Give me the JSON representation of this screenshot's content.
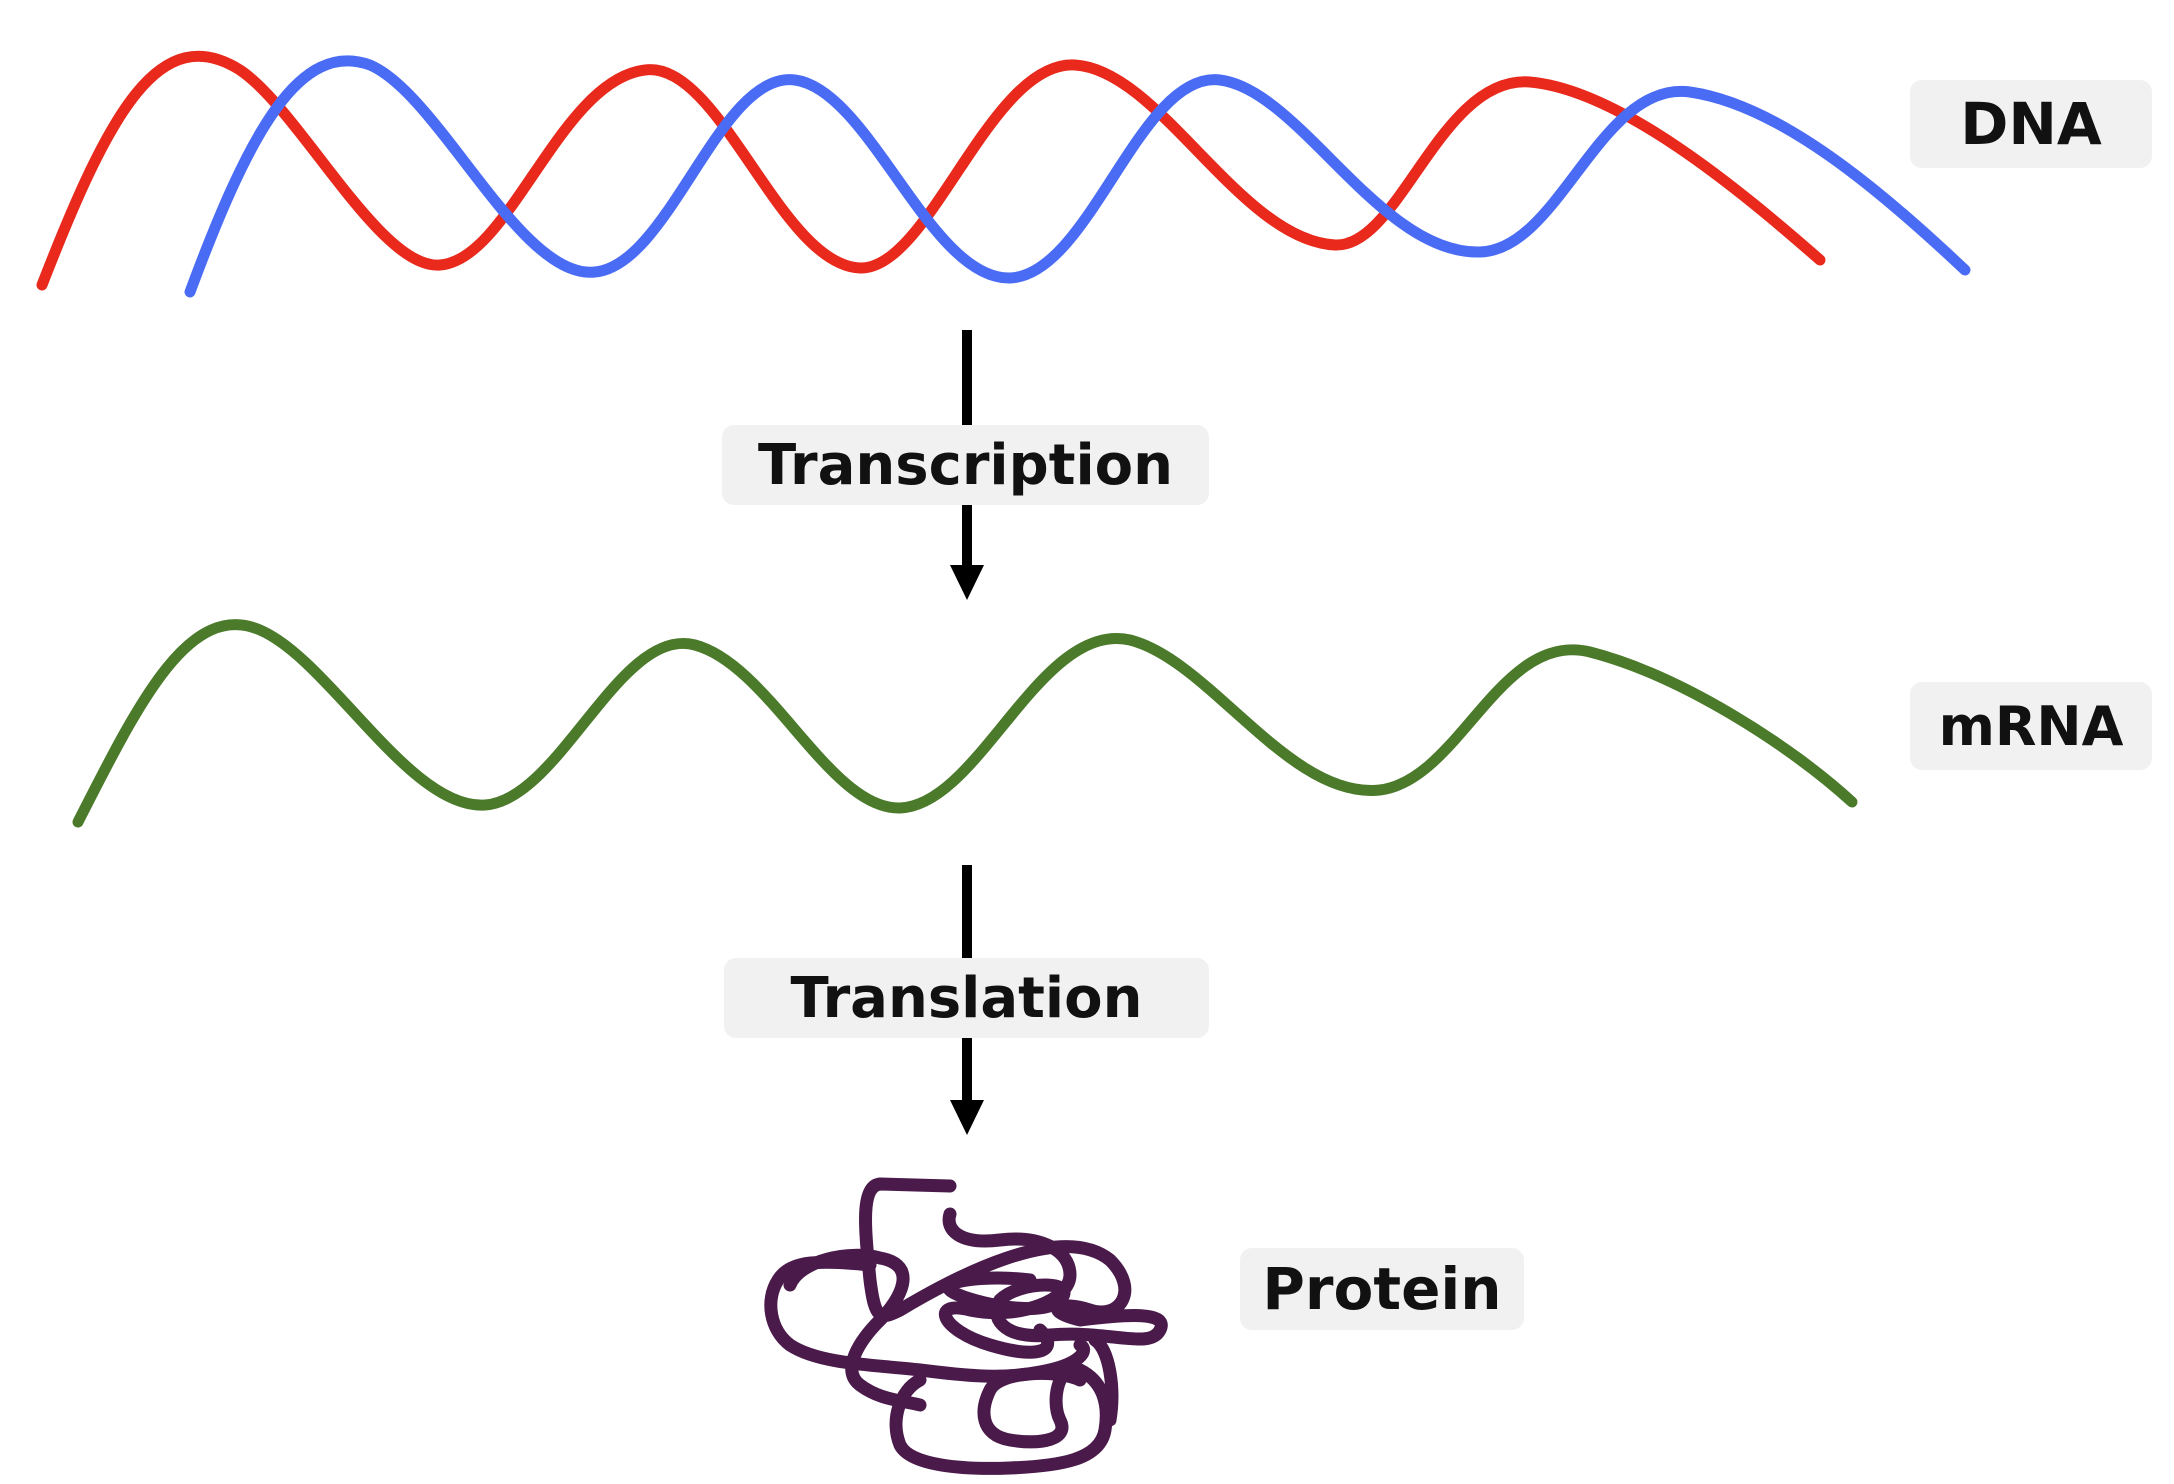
{
  "labels": {
    "dna": "DNA",
    "transcription": "Transcription",
    "mrna": "mRNA",
    "translation": "Translation",
    "protein": "Protein"
  },
  "colors": {
    "dna_strand_1": "#e8291c",
    "dna_strand_2": "#4a6cf5",
    "mrna_strand": "#4a7a2a",
    "protein": "#4a1a4a",
    "arrow": "#000000",
    "label_background": "#f1f1f1"
  },
  "icons": {
    "protein": "folded-protein-icon"
  }
}
